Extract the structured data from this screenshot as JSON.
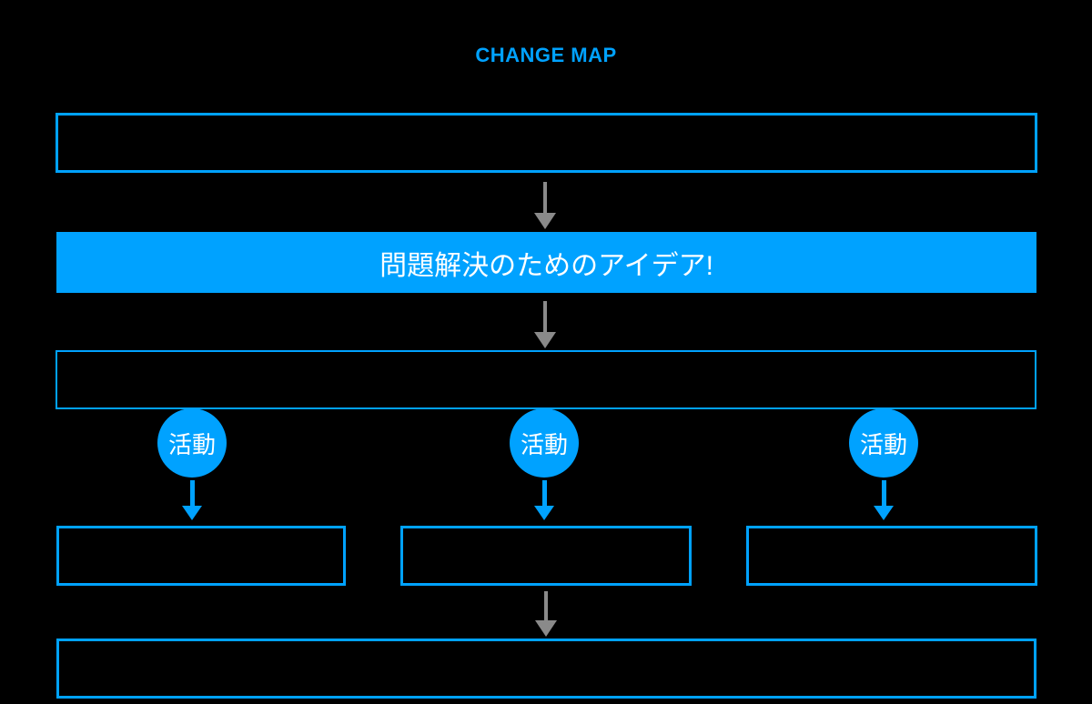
{
  "title": "CHANGE MAP",
  "colors": {
    "bg": "#000000",
    "accent": "#00a2ff",
    "arrow": "#8a8a8a",
    "text_on_accent": "#ffffff"
  },
  "diagram": {
    "top_box": {
      "label": ""
    },
    "idea_box": {
      "label": "問題解決のためのアイデア!"
    },
    "middle_box": {
      "label": ""
    },
    "activity_circles": [
      {
        "label": "活動"
      },
      {
        "label": "活動"
      },
      {
        "label": "活動"
      }
    ],
    "result_boxes": [
      {
        "label": ""
      },
      {
        "label": ""
      },
      {
        "label": ""
      }
    ],
    "bottom_box": {
      "label": ""
    }
  }
}
